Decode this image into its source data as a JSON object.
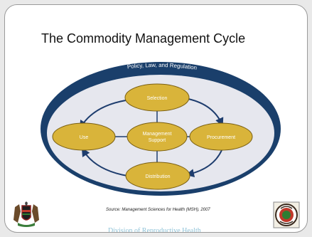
{
  "slide": {
    "title": "The Commodity Management Cycle",
    "source": "Source: Management Sciences for Health (MSH), 2007",
    "footer": "Division of Reproductive Health"
  },
  "diagram": {
    "banner": "Policy, Law, and Regulation",
    "nodes": {
      "selection": "Selection",
      "procurement": "Procurement",
      "distribution": "Distribution",
      "use": "Use",
      "center_line1": "Management",
      "center_line2": "Support"
    },
    "colors": {
      "outer_ring": "#1a3f6b",
      "ring_inner": "#e6e7ee",
      "node_fill": "#d9b43a",
      "node_stroke": "#7a5f12",
      "arrow": "#1e3d6e"
    }
  },
  "logos": {
    "left": "coat-of-arms",
    "right": "ministry-seal"
  }
}
